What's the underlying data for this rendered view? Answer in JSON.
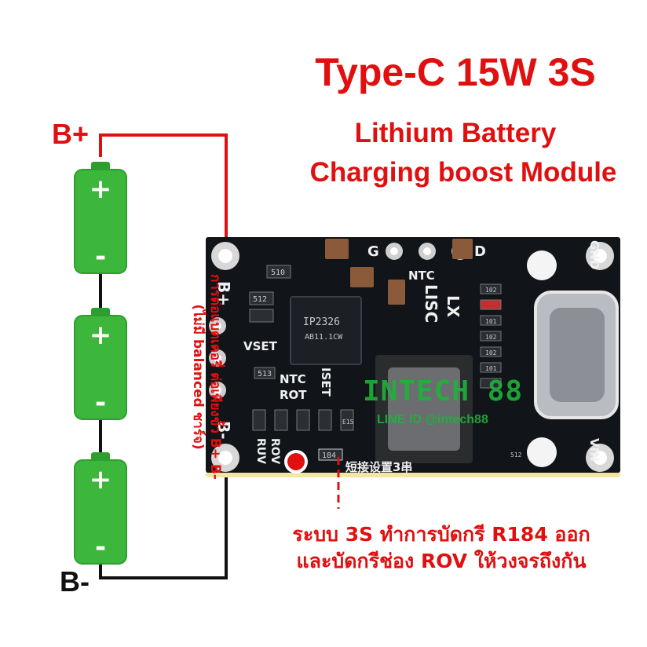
{
  "title": "Type-C 15W 3S",
  "subtitle_line1": "Lithium Battery",
  "subtitle_line2": "Charging boost Module",
  "battery_pack": {
    "positive_label": "B+",
    "negative_label": "B-",
    "cells": [
      {
        "plus": "+",
        "minus": "-"
      },
      {
        "plus": "+",
        "minus": "-"
      },
      {
        "plus": "+",
        "minus": "-"
      }
    ]
  },
  "wiring_note": {
    "line1": "การต่อแบตเตอรี่ ต่อเพียงขั้ว  B+ B-",
    "line2": "(ไม่มี balanced ชาร์จ)"
  },
  "board": {
    "chip_marking": [
      "IP2326",
      "AB11.1CW"
    ],
    "pad_labels_left": [
      "B+",
      "VSET",
      "B-"
    ],
    "pad_labels_top": [
      "G",
      "D"
    ],
    "silkscreen": [
      "NTC",
      "LISC",
      "LX",
      "NTC",
      "ROT",
      "ISET",
      "RUV",
      "ROV",
      "GND",
      "VIN"
    ],
    "bottom_text": "短接设置3串",
    "component_codes": [
      "510",
      "512",
      "102",
      "101",
      "513",
      "102",
      "102",
      "101",
      "E15",
      "184",
      "512"
    ]
  },
  "watermark": {
    "brand": "INTECH 88",
    "line_id": "LINE ID @intech88"
  },
  "instruction": {
    "line1": "ระบบ 3S  ทำการบัดกรี R184 ออก",
    "line2": "และบัดกรีช่อง ROV ให้วงจรถึงกัน"
  },
  "colors": {
    "accent_red": "#e01010",
    "battery_green": "#3cb73c",
    "pcb_black": "#111418",
    "watermark_green": "#1db33a"
  }
}
